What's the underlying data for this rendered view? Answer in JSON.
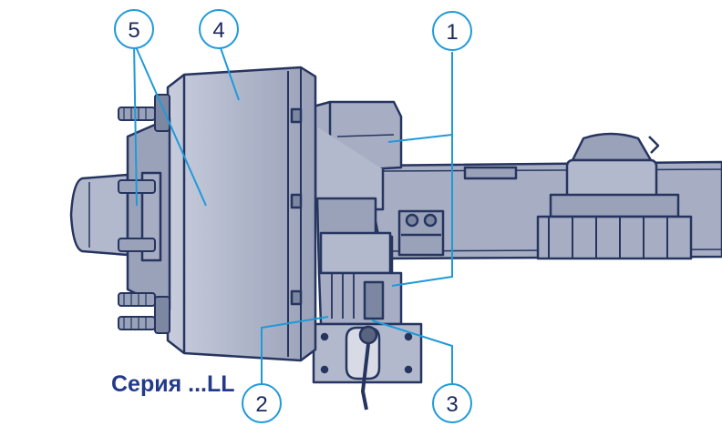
{
  "series_label": "Серия ...LL",
  "callouts": [
    {
      "id": "callout-1",
      "label": "1"
    },
    {
      "id": "callout-2",
      "label": "2"
    },
    {
      "id": "callout-3",
      "label": "3"
    },
    {
      "id": "callout-4",
      "label": "4"
    },
    {
      "id": "callout-5",
      "label": "5"
    }
  ],
  "colors": {
    "outline": "#26355f",
    "fill_light": "#b3b9cc",
    "fill_mid": "#9aa2ba",
    "fill_dark": "#7e87a2",
    "callout_stroke": "#1f9ad8",
    "callout_text": "#1a2a5e",
    "series_text": "#233a8a"
  }
}
